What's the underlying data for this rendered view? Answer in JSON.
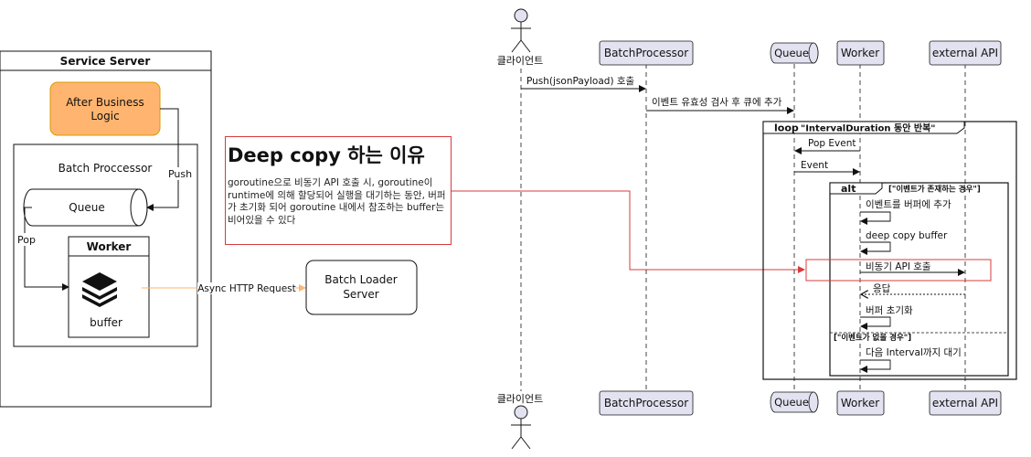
{
  "left": {
    "service_server": "Service Server",
    "after_business_logic_line1": "After Business",
    "after_business_logic_line2": "Logic",
    "batch_processor": "Batch Proccessor",
    "queue": "Queue",
    "worker": "Worker",
    "buffer": "buffer",
    "push": "Push",
    "pop": "Pop",
    "async_http": "Async HTTP Request",
    "batch_loader_line1": "Batch Loader",
    "batch_loader_line2": "Server"
  },
  "note": {
    "title": "Deep copy 하는 이유",
    "body": "goroutine으로 비동기 API 호출 시, goroutine이 runtime에 의해 할당되어 실행을 대기하는 동안, 버퍼가 초기화 되어 goroutine 내에서 참조하는 buffer는 비어있을 수 있다"
  },
  "sequence": {
    "participants": [
      "클라이언트",
      "BatchProcessor",
      "Queue",
      "Worker",
      "external API"
    ],
    "messages": [
      "Push(jsonPayload) 호출",
      "이벤트 유효성 검사 후 큐에 추가",
      "Pop Event",
      "Event",
      "이벤트를 버퍼에 추가",
      "deep copy buffer",
      "비동기 API 호출",
      "응답",
      "버퍼 초기화",
      "다음 Interval까지 대기"
    ],
    "loop_label": "loop",
    "loop_condition": "\"IntervalDuration 동안 반복\"",
    "alt_label": "alt",
    "alt_condition": "[\"이벤트가 존재하는 경우\"]",
    "else_condition": "[\"이벤트가 없을 경우\"]"
  },
  "colors": {
    "orange_fill": "#ffb570",
    "orange_stroke": "#d79b00",
    "participant_fill": "#e2e2f0",
    "participant_stroke": "#181818",
    "highlight_red": "#d83b3b",
    "async_line": "#ffb570"
  }
}
